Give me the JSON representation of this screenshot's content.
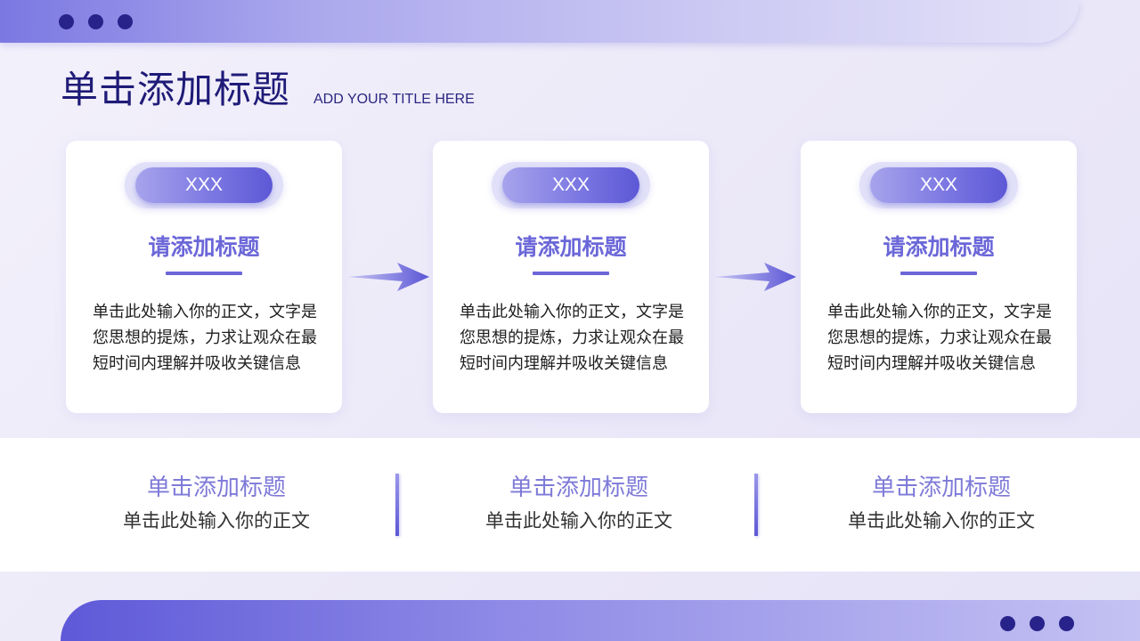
{
  "header": {
    "title": "单击添加标题",
    "subtitle": "ADD YOUR TITLE HERE"
  },
  "cards": [
    {
      "pill": "XXX",
      "heading": "请添加标题",
      "body": "单击此处输入你的正文，文字是您思想的提炼，力求让观众在最短时间内理解并吸收关键信息"
    },
    {
      "pill": "XXX",
      "heading": "请添加标题",
      "body": "单击此处输入你的正文，文字是您思想的提炼，力求让观众在最短时间内理解并吸收关键信息"
    },
    {
      "pill": "XXX",
      "heading": "请添加标题",
      "body": "单击此处输入你的正文，文字是您思想的提炼，力求让观众在最短时间内理解并吸收关键信息"
    }
  ],
  "band": [
    {
      "title": "单击添加标题",
      "text": "单击此处输入你的正文"
    },
    {
      "title": "单击添加标题",
      "text": "单击此处输入你的正文"
    },
    {
      "title": "单击添加标题",
      "text": "单击此处输入你的正文"
    }
  ],
  "colors": {
    "primary_dark": "#1f1b78",
    "accent": "#6b67d8",
    "dots": "#27238a",
    "band_title": "#7e7ad8"
  },
  "icons": [
    "arrow-right-icon",
    "dot-icon"
  ]
}
